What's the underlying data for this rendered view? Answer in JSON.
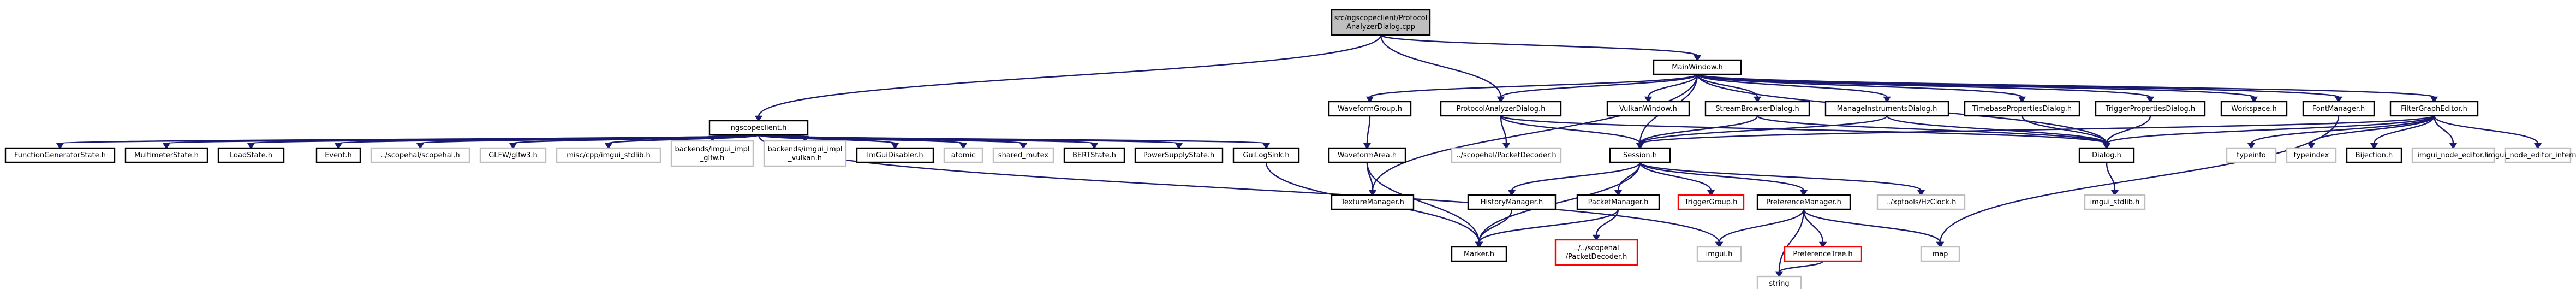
{
  "colors": {
    "edge": "#191970",
    "root_fill": "#bfbfbf",
    "node_border": "#000000",
    "missing_border": "#bfbfbf",
    "red_border": "#ff0000"
  },
  "nodes": [
    {
      "id": "root",
      "lines": [
        "src/ngscopeclient/Protocol",
        "AnalyzerDialog.cpp"
      ],
      "style": "root"
    },
    {
      "id": "mainwindow",
      "lines": [
        "MainWindow.h"
      ],
      "style": "normal"
    },
    {
      "id": "ngscopeclient",
      "lines": [
        "ngscopeclient.h"
      ],
      "style": "normal"
    },
    {
      "id": "waveformgroup",
      "lines": [
        "WaveformGroup.h"
      ],
      "style": "normal"
    },
    {
      "id": "pad_h",
      "lines": [
        "ProtocolAnalyzerDialog.h"
      ],
      "style": "normal"
    },
    {
      "id": "vulkanwindow",
      "lines": [
        "VulkanWindow.h"
      ],
      "style": "normal"
    },
    {
      "id": "streambrowser",
      "lines": [
        "StreamBrowserDialog.h"
      ],
      "style": "normal"
    },
    {
      "id": "manageinstruments",
      "lines": [
        "ManageInstrumentsDialog.h"
      ],
      "style": "normal"
    },
    {
      "id": "timebaseprops",
      "lines": [
        "TimebasePropertiesDialog.h"
      ],
      "style": "normal"
    },
    {
      "id": "triggerprops",
      "lines": [
        "TriggerPropertiesDialog.h"
      ],
      "style": "normal"
    },
    {
      "id": "workspace",
      "lines": [
        "Workspace.h"
      ],
      "style": "normal"
    },
    {
      "id": "fontmanager",
      "lines": [
        "FontManager.h"
      ],
      "style": "normal"
    },
    {
      "id": "filtergrapheditor",
      "lines": [
        "FilterGraphEditor.h"
      ],
      "style": "normal"
    },
    {
      "id": "fgstate",
      "lines": [
        "FunctionGeneratorState.h"
      ],
      "style": "normal"
    },
    {
      "id": "mmstate",
      "lines": [
        "MultimeterState.h"
      ],
      "style": "normal"
    },
    {
      "id": "loadstate",
      "lines": [
        "LoadState.h"
      ],
      "style": "normal"
    },
    {
      "id": "event",
      "lines": [
        "Event.h"
      ],
      "style": "normal"
    },
    {
      "id": "scopehal",
      "lines": [
        "../scopehal/scopehal.h"
      ],
      "style": "missing"
    },
    {
      "id": "glfw",
      "lines": [
        "GLFW/glfw3.h"
      ],
      "style": "missing"
    },
    {
      "id": "stdlib",
      "lines": [
        "misc/cpp/imgui_stdlib.h"
      ],
      "style": "missing"
    },
    {
      "id": "bk_glfw",
      "lines": [
        "backends/imgui_impl",
        "_glfw.h"
      ],
      "style": "missing"
    },
    {
      "id": "bk_vulkan",
      "lines": [
        "backends/imgui_impl",
        "_vulkan.h"
      ],
      "style": "missing"
    },
    {
      "id": "imguidisabler",
      "lines": [
        "ImGuiDisabler.h"
      ],
      "style": "normal"
    },
    {
      "id": "atomic",
      "lines": [
        "atomic"
      ],
      "style": "missing"
    },
    {
      "id": "shared_mutex",
      "lines": [
        "shared_mutex"
      ],
      "style": "missing"
    },
    {
      "id": "bertstate",
      "lines": [
        "BERTState.h"
      ],
      "style": "normal"
    },
    {
      "id": "psustate",
      "lines": [
        "PowerSupplyState.h"
      ],
      "style": "normal"
    },
    {
      "id": "guilogsink",
      "lines": [
        "GuiLogSink.h"
      ],
      "style": "normal"
    },
    {
      "id": "waveformarea",
      "lines": [
        "WaveformArea.h"
      ],
      "style": "normal"
    },
    {
      "id": "texturemgr",
      "lines": [
        "TextureManager.h"
      ],
      "style": "normal"
    },
    {
      "id": "packetdecoder",
      "lines": [
        "../scopehal/PacketDecoder.h"
      ],
      "style": "missing"
    },
    {
      "id": "session",
      "lines": [
        "Session.h"
      ],
      "style": "normal"
    },
    {
      "id": "historymgr",
      "lines": [
        "HistoryManager.h"
      ],
      "style": "normal"
    },
    {
      "id": "packetmgr",
      "lines": [
        "PacketManager.h"
      ],
      "style": "normal"
    },
    {
      "id": "triggergroup",
      "lines": [
        "TriggerGroup.h"
      ],
      "style": "red"
    },
    {
      "id": "prefmgr",
      "lines": [
        "PreferenceManager.h"
      ],
      "style": "normal"
    },
    {
      "id": "hzclock",
      "lines": [
        "../xptools/HzClock.h"
      ],
      "style": "missing"
    },
    {
      "id": "dialog",
      "lines": [
        "Dialog.h"
      ],
      "style": "normal"
    },
    {
      "id": "typeinfo",
      "lines": [
        "typeinfo"
      ],
      "style": "missing"
    },
    {
      "id": "typeindex",
      "lines": [
        "typeindex"
      ],
      "style": "missing"
    },
    {
      "id": "bijection",
      "lines": [
        "Bijection.h"
      ],
      "style": "normal"
    },
    {
      "id": "node_editor",
      "lines": [
        "imgui_node_editor.h"
      ],
      "style": "missing"
    },
    {
      "id": "node_editor_int",
      "lines": [
        "imgui_node_editor_internal.h"
      ],
      "style": "missing"
    },
    {
      "id": "marker",
      "lines": [
        "Marker.h"
      ],
      "style": "normal"
    },
    {
      "id": "pd2",
      "lines": [
        "../../scopehal",
        "/PacketDecoder.h"
      ],
      "style": "red"
    },
    {
      "id": "imgui",
      "lines": [
        "imgui.h"
      ],
      "style": "missing"
    },
    {
      "id": "map",
      "lines": [
        "map"
      ],
      "style": "missing"
    },
    {
      "id": "preftree",
      "lines": [
        "PreferenceTree.h"
      ],
      "style": "red"
    },
    {
      "id": "string",
      "lines": [
        "string"
      ],
      "style": "missing"
    },
    {
      "id": "imgui_stdlib",
      "lines": [
        "imgui_stdlib.h"
      ],
      "style": "missing"
    }
  ]
}
